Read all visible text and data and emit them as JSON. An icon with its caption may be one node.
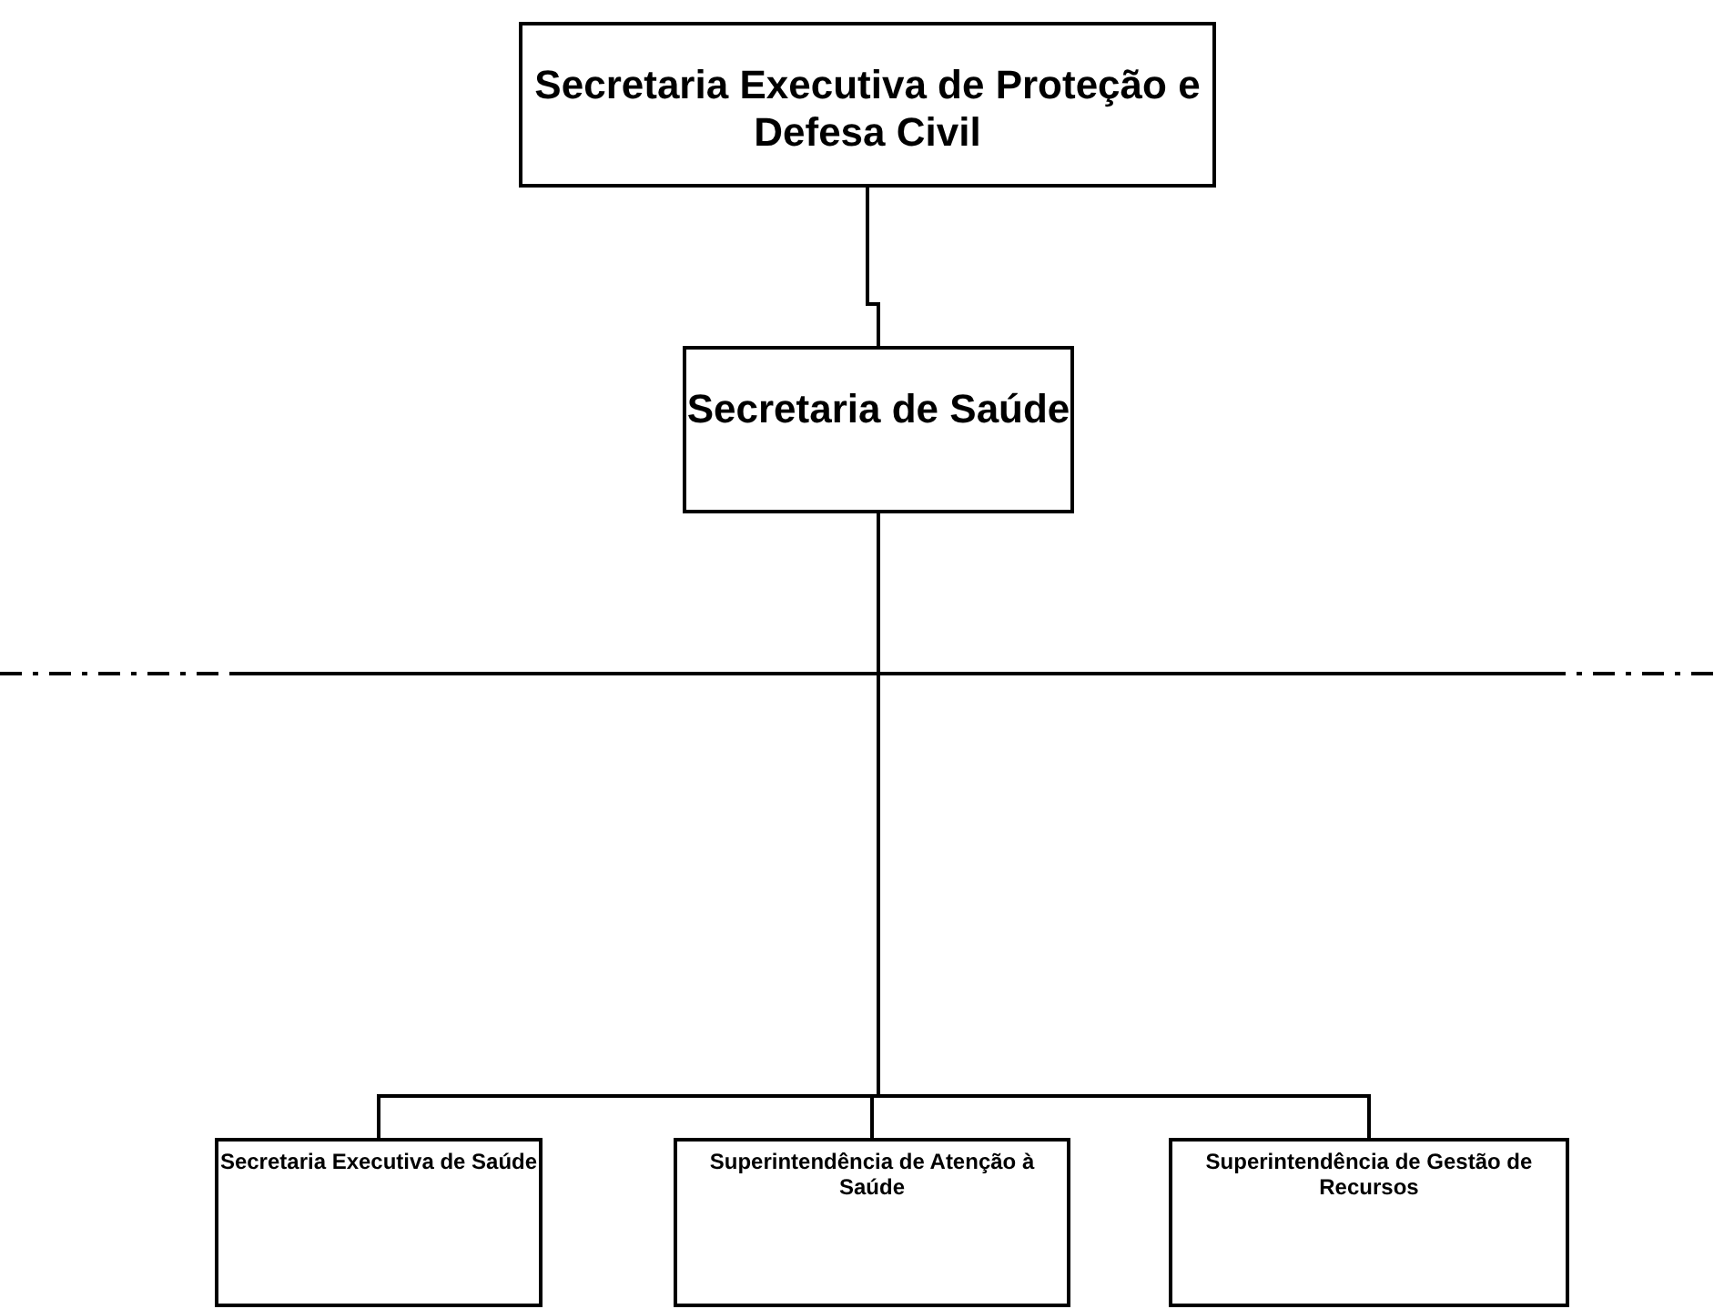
{
  "diagram": {
    "nodes": [
      {
        "text": [
          "Secretaria Executiva de Proteção e Defesa Civil"
        ]
      },
      {
        "text": [
          "Secretaria de Saúde"
        ]
      },
      {
        "text": [
          "Secretaria Executiva de Saúde"
        ]
      },
      {
        "text": [
          "Superintendência de Atenção à Saúde"
        ]
      },
      {
        "text": [
          "Superintendência de Gestão de Recursos"
        ]
      }
    ],
    "edges": [
      {
        "from": 0,
        "to": 1,
        "arrow": "none"
      },
      {
        "from": 1,
        "to": 2,
        "arrow": "none"
      },
      {
        "from": 1,
        "to": 3,
        "arrow": "none"
      },
      {
        "from": 1,
        "to": 4,
        "arrow": "none"
      }
    ]
  }
}
